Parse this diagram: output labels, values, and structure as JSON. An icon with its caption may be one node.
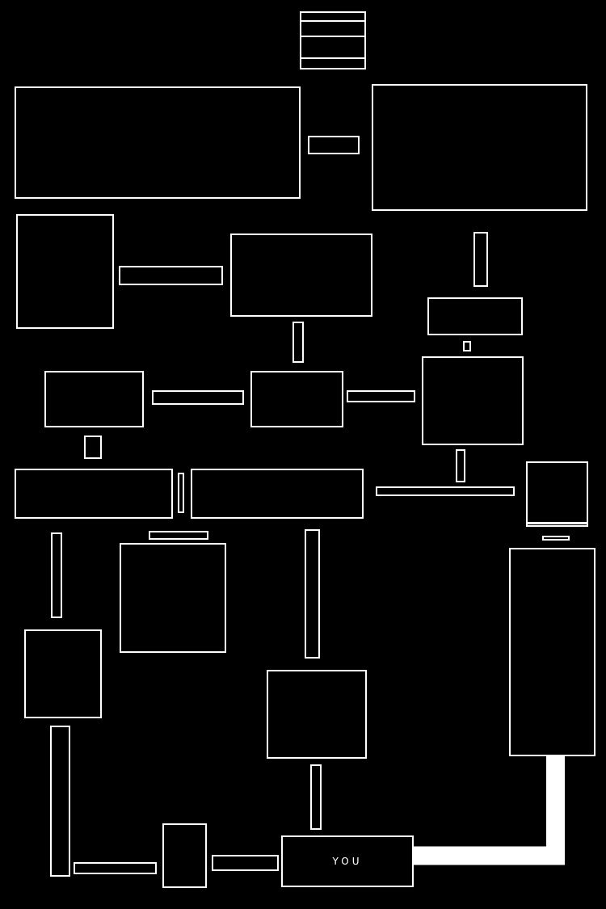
{
  "diagram": {
    "nodes": [
      {
        "text": [],
        "shape": "box"
      },
      {
        "text": [],
        "shape": "box"
      },
      {
        "text": [],
        "shape": "box"
      },
      {
        "text": [],
        "shape": "box"
      },
      {
        "text": [],
        "shape": "box"
      },
      {
        "text": [],
        "shape": "box"
      },
      {
        "text": [],
        "shape": "box"
      },
      {
        "text": [],
        "shape": "box"
      },
      {
        "text": [],
        "shape": "box"
      },
      {
        "text": [],
        "shape": "box"
      },
      {
        "text": [],
        "shape": "box"
      },
      {
        "text": [],
        "shape": "box"
      },
      {
        "text": [],
        "shape": "box"
      },
      {
        "text": [],
        "shape": "box"
      },
      {
        "text": [],
        "shape": "box"
      },
      {
        "text": [],
        "shape": "box"
      },
      {
        "text": [],
        "shape": "box"
      },
      {
        "text": [],
        "shape": "box"
      },
      {
        "text": [],
        "shape": "box"
      },
      {
        "text": [],
        "shape": "box"
      },
      {
        "text": [],
        "shape": "box"
      },
      {
        "text": [],
        "shape": "box"
      },
      {
        "text": [],
        "shape": "box"
      },
      {
        "text": [],
        "shape": "box"
      },
      {
        "text": [],
        "shape": "box"
      },
      {
        "text": [],
        "shape": "box"
      },
      {
        "text": [],
        "shape": "box"
      },
      {
        "text": [],
        "shape": "box"
      },
      {
        "text": [],
        "shape": "box"
      },
      {
        "text": [],
        "shape": "box"
      },
      {
        "text": [],
        "shape": "box"
      },
      {
        "text": [],
        "shape": "box"
      },
      {
        "text": [],
        "shape": "box"
      },
      {
        "text": [],
        "shape": "box"
      },
      {
        "text": [],
        "shape": "box"
      },
      {
        "text": [],
        "shape": "box"
      },
      {
        "text": [],
        "shape": "box"
      },
      {
        "text": [
          "YOU"
        ]
      }
    ],
    "edges": [
      {
        "from": 37,
        "to": 29,
        "arrow": "none"
      }
    ]
  }
}
